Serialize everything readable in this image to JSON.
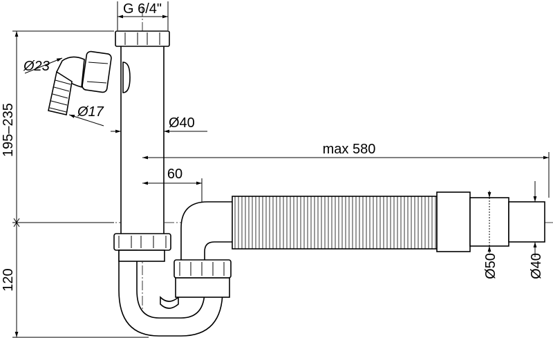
{
  "dimensions": {
    "thread": "G 6/4\"",
    "height_top": "195–235",
    "height_bottom": "120",
    "outlet_d23": "Ø23",
    "outlet_d17": "Ø17",
    "pipe_d40": "Ø40",
    "max_length": "max 580",
    "offset_60": "60",
    "end_d50": "Ø50",
    "end_d40": "Ø40"
  }
}
